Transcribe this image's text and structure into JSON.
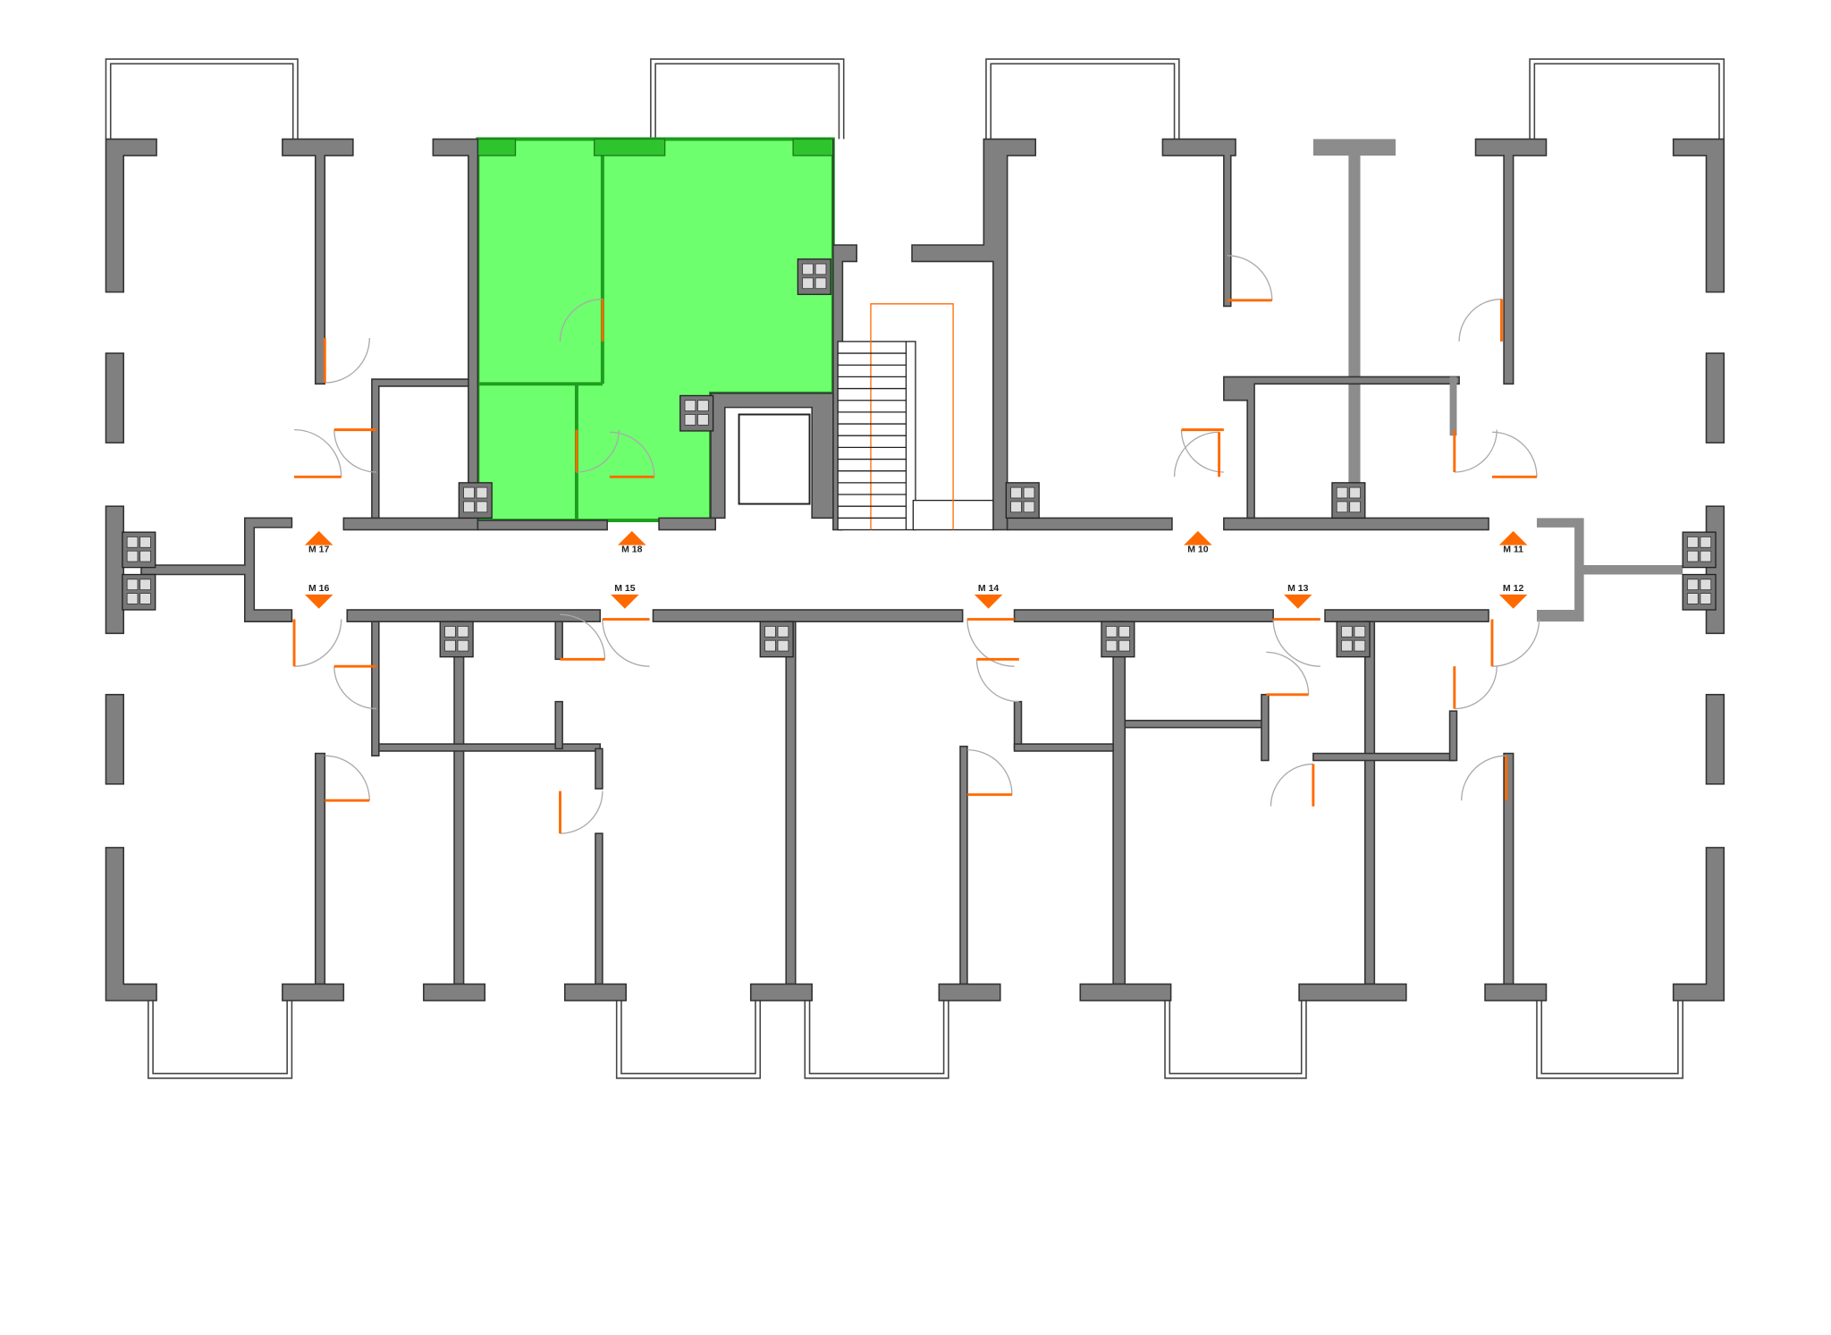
{
  "plan": {
    "highlight_color": "#66ff66",
    "marker_color": "#ff6a00",
    "wall_color": "#808080",
    "markers": [
      {
        "id": "m17",
        "label": "M 17",
        "direction": "up"
      },
      {
        "id": "m18",
        "label": "M 18",
        "direction": "up"
      },
      {
        "id": "m10",
        "label": "M 10",
        "direction": "up"
      },
      {
        "id": "m11",
        "label": "M 11",
        "direction": "up"
      },
      {
        "id": "m16",
        "label": "M 16",
        "direction": "down"
      },
      {
        "id": "m15",
        "label": "M 15",
        "direction": "down"
      },
      {
        "id": "m14",
        "label": "M 14",
        "direction": "down"
      },
      {
        "id": "m13",
        "label": "M 13",
        "direction": "down"
      },
      {
        "id": "m12",
        "label": "M 12",
        "direction": "down"
      }
    ]
  }
}
